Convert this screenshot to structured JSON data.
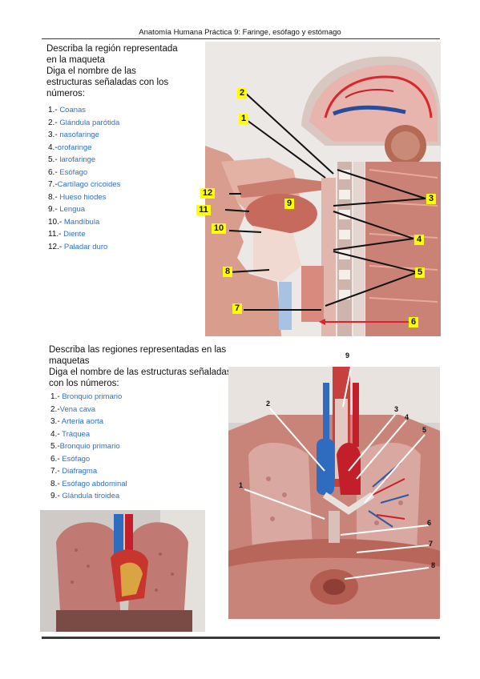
{
  "header": {
    "title": "Anatomía Humana Práctica 9: Faringe, esófago y estómago"
  },
  "section1": {
    "instructions": [
      "Describa la región representada",
      "en la maqueta",
      "Diga el nombre de las",
      "estructuras señaladas con los",
      "números:"
    ],
    "answers": [
      {
        "num": "1.-",
        "text": "Coanas"
      },
      {
        "num": "2.-",
        "text": "Glándula parótida"
      },
      {
        "num": "3.-",
        "text": "nasofaringe"
      },
      {
        "num": "4.-",
        "text": "orofaringe"
      },
      {
        "num": "5.-",
        "text": "larofaringe"
      },
      {
        "num": "6.-",
        "text": "Esófago"
      },
      {
        "num": "7.-",
        "text": "Cartílago cricoides"
      },
      {
        "num": "8.-",
        "text": "Hueso hiodes"
      },
      {
        "num": "9.-",
        "text": "Lengua"
      },
      {
        "num": "10.-",
        "text": "Mandíbula"
      },
      {
        "num": "11.-",
        "text": "Diente"
      },
      {
        "num": "12.-",
        "text": "Paladar duro"
      }
    ],
    "figure_labels": [
      "1",
      "2",
      "3",
      "4",
      "5",
      "6",
      "7",
      "8",
      "9",
      "10",
      "11",
      "12"
    ]
  },
  "section2": {
    "instructions": [
      "Describa las regiones representadas en las",
      "maquetas",
      "Diga el nombre de las estructuras señaladas",
      "con los números:"
    ],
    "answers": [
      {
        "num": "1.-",
        "text": "Bronquio primario"
      },
      {
        "num": "2.-",
        "text": "Vena cava"
      },
      {
        "num": "3.-",
        "text": "Arteria aorta"
      },
      {
        "num": "4.-",
        "text": "Tráquea"
      },
      {
        "num": "5.-",
        "text": "Bronquio primario"
      },
      {
        "num": "6.-",
        "text": "Esófago"
      },
      {
        "num": "7.-",
        "text": "Diafragma"
      },
      {
        "num": "8.-",
        "text": "Esófago abdominal"
      },
      {
        "num": "9.-",
        "text": "Glándula tiroidea"
      }
    ],
    "figure_labels": [
      "1",
      "2",
      "3",
      "4",
      "5",
      "6",
      "7",
      "8",
      "9"
    ]
  },
  "colors": {
    "answer_text": "#2e6fc7",
    "highlight_label": "#ffff00",
    "arrow_red": "#e0202a"
  }
}
